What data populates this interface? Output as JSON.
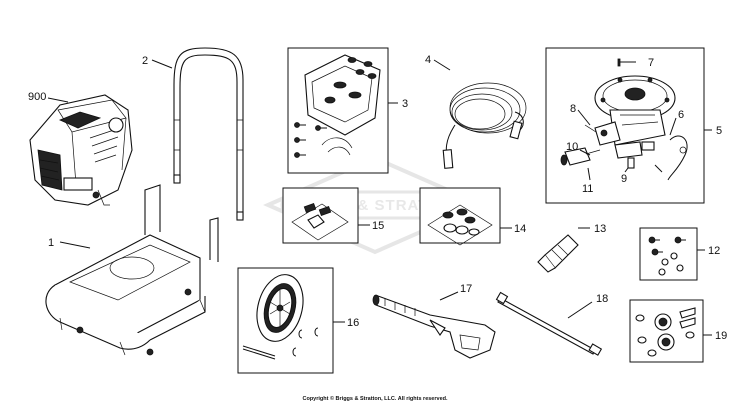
{
  "watermark": "BRIGGS & STRATTON",
  "copyright": "Copyright © Briggs & Stratton, LLC. All rights reserved.",
  "callouts": {
    "c1": "1",
    "c2": "2",
    "c3": "3",
    "c4": "4",
    "c5": "5",
    "c6": "6",
    "c7": "7",
    "c8": "8",
    "c9": "9",
    "c10": "10",
    "c11": "11",
    "c12": "12",
    "c13": "13",
    "c14": "14",
    "c15": "15",
    "c16": "16",
    "c17": "17",
    "c18": "18",
    "c19": "19",
    "c900": "900"
  }
}
